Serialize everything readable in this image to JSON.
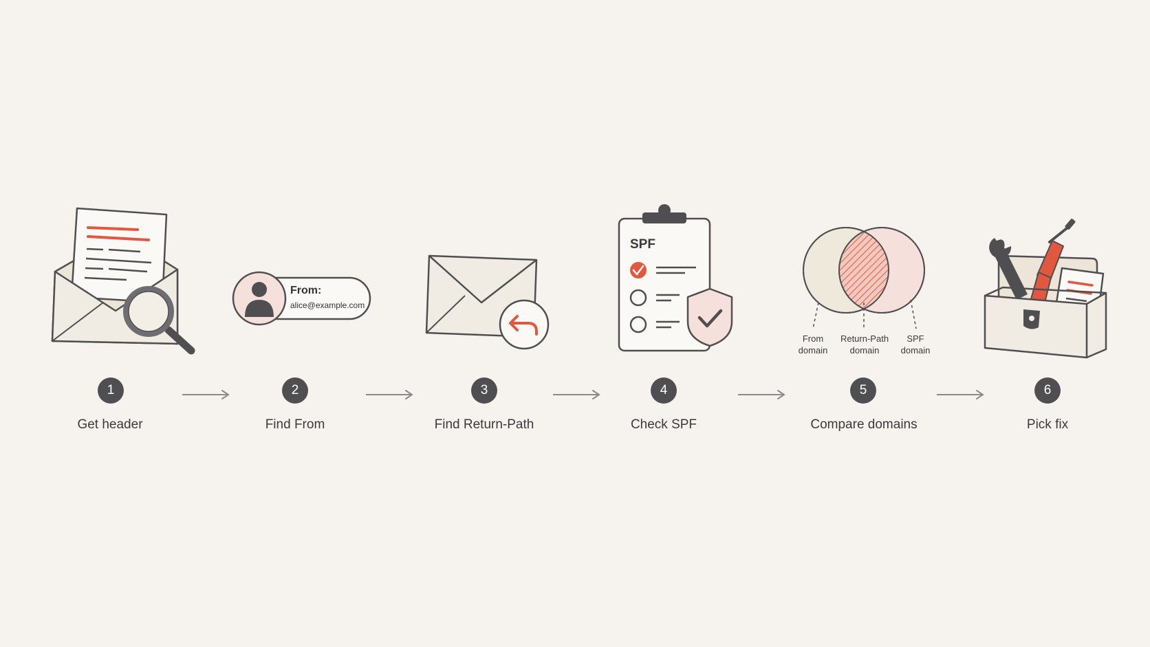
{
  "colors": {
    "background": "#f6f3ee",
    "ink": "#4f4f52",
    "accent": "#e2583e",
    "paper": "#f1ece3",
    "pink": "#f6e0dc"
  },
  "steps": [
    {
      "number": "1",
      "label": "Get header",
      "icon": "envelope-magnifier-icon"
    },
    {
      "number": "2",
      "label": "Find From",
      "icon": "from-address-icon"
    },
    {
      "number": "3",
      "label": "Find Return-Path",
      "icon": "envelope-reply-icon"
    },
    {
      "number": "4",
      "label": "Check SPF",
      "icon": "spf-checklist-icon"
    },
    {
      "number": "5",
      "label": "Compare domains",
      "icon": "venn-domains-icon"
    },
    {
      "number": "6",
      "label": "Pick fix",
      "icon": "toolbox-icon"
    }
  ],
  "from_card": {
    "title": "From:",
    "email": "alice@example.com"
  },
  "spf_card": {
    "title": "SPF"
  },
  "venn": {
    "labels": [
      "From\ndomain",
      "Return-Path\ndomain",
      "SPF\ndomain"
    ]
  }
}
